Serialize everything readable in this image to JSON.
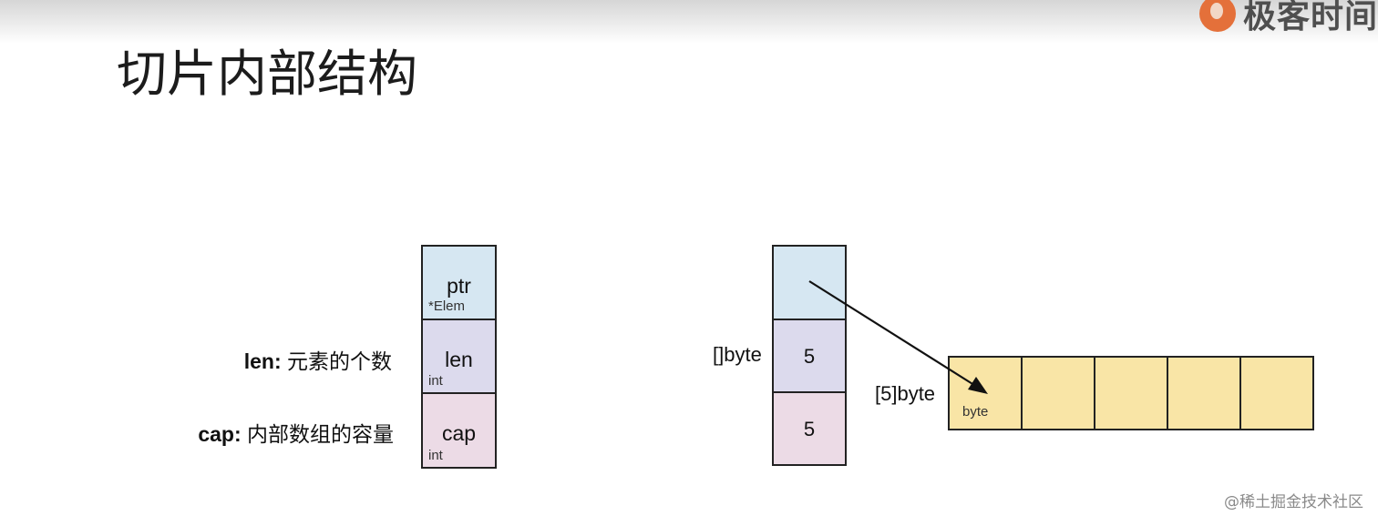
{
  "brand": {
    "logo_text": "极客时间",
    "accent": "#e4703a"
  },
  "title": "切片内部结构",
  "left_diagram": {
    "descriptions": [
      {
        "key": "len:",
        "text": "元素的个数"
      },
      {
        "key": "cap:",
        "text": "内部数组的容量"
      }
    ],
    "cells": [
      {
        "main": "ptr",
        "sub": "*Elem",
        "color": "#d6e7f2"
      },
      {
        "main": "len",
        "sub": "int",
        "color": "#dcdaed"
      },
      {
        "main": "cap",
        "sub": "int",
        "color": "#ecdbe6"
      }
    ]
  },
  "right_diagram": {
    "slice_label": "[]byte",
    "slice_cells": [
      {
        "value": "",
        "color": "#d6e7f2"
      },
      {
        "value": "5",
        "color": "#dcdaed"
      },
      {
        "value": "5",
        "color": "#ecdbe6"
      }
    ],
    "array_label": "[5]byte",
    "array_cell_label": "byte",
    "array_color": "#f9e5a6"
  },
  "watermark": "@稀土掘金技术社区"
}
